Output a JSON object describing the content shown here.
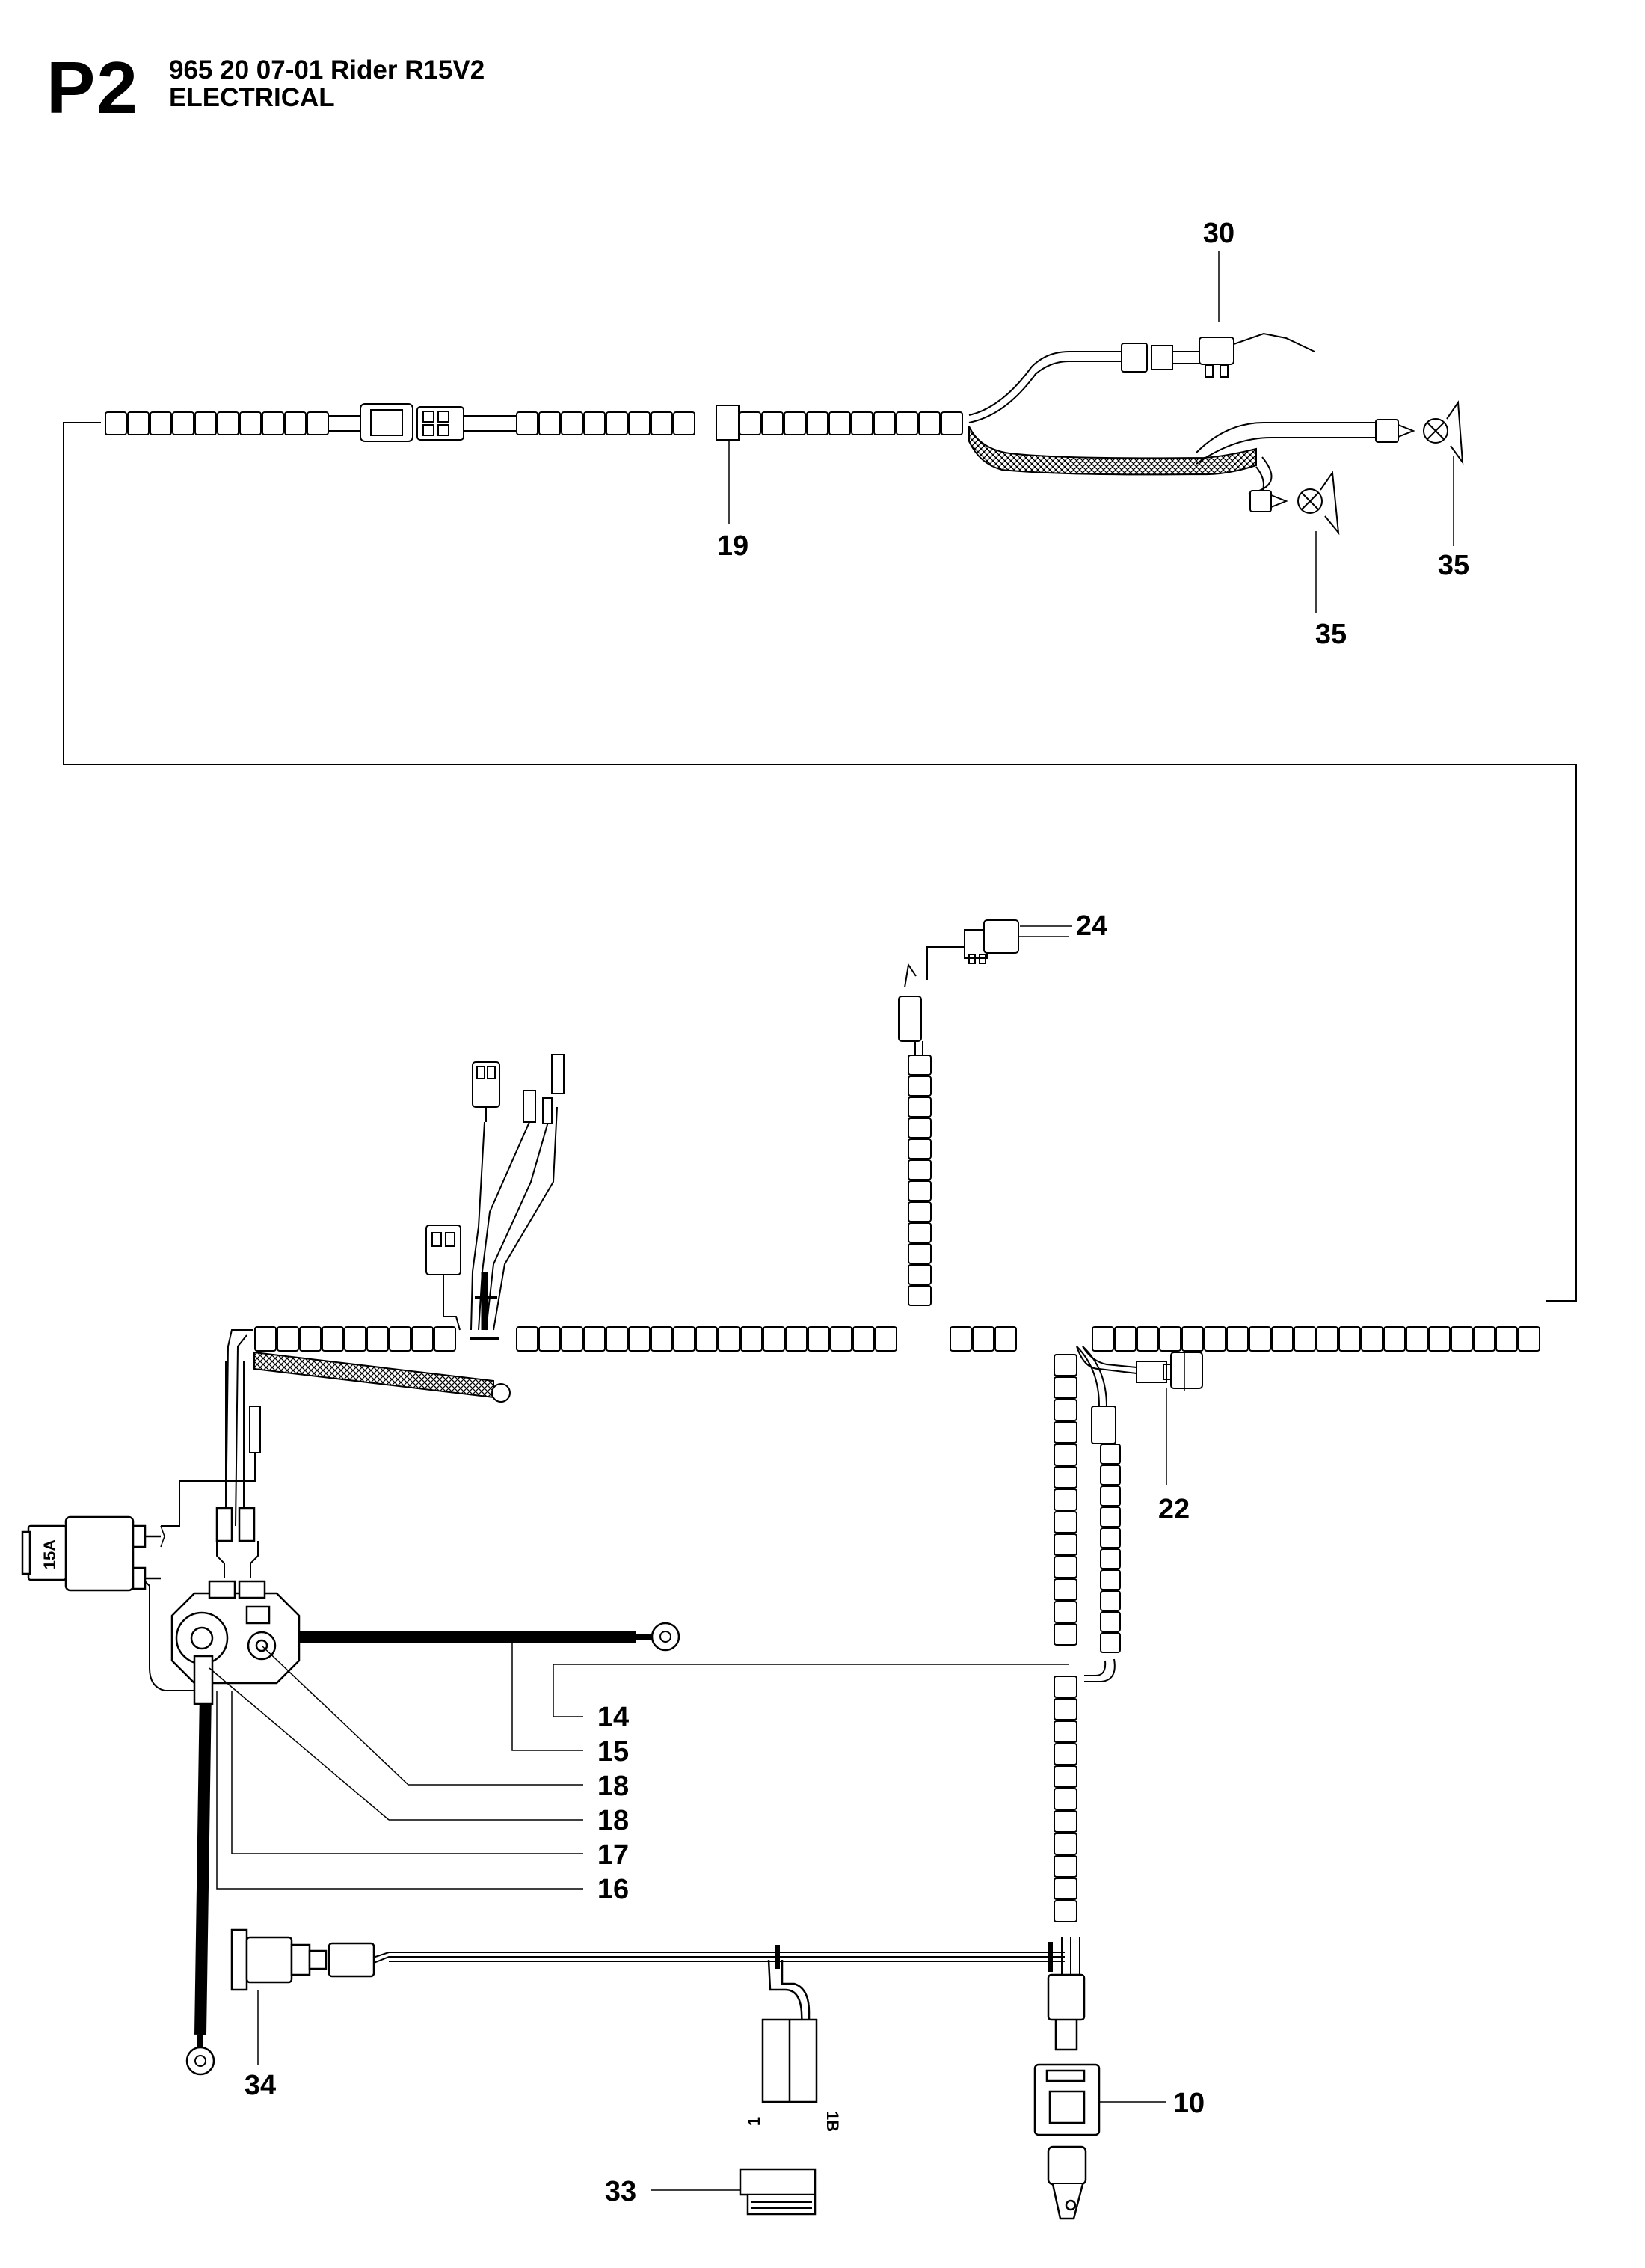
{
  "header": {
    "page_code": "P2",
    "model": "965 20 07-01 Rider R15V2",
    "section": "ELECTRICAL"
  },
  "fuse_label": "15A",
  "switch_labels": {
    "left": "1",
    "right": "1B"
  },
  "callouts": {
    "c30": "30",
    "c19": "19",
    "c35a": "35",
    "c35b": "35",
    "c24": "24",
    "c22": "22",
    "c14": "14",
    "c15": "15",
    "c18a": "18",
    "c18b": "18",
    "c17": "17",
    "c16": "16",
    "c34": "34",
    "c33": "33",
    "c10": "10"
  }
}
